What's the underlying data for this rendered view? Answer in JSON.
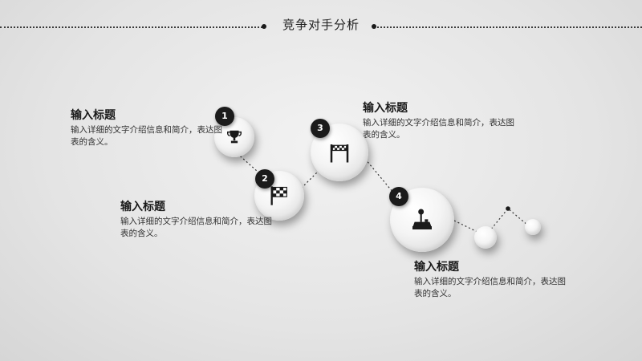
{
  "header": {
    "title": "竞争对手分析"
  },
  "steps": [
    {
      "number": "1",
      "title": "输入标题",
      "desc": "输入详细的文字介绍信息和简介，表达图表的含义。",
      "icon": "trophy-icon"
    },
    {
      "number": "2",
      "title": "输入标题",
      "desc": "输入详细的文字介绍信息和简介，表达图表的含义。",
      "icon": "checkered-flag-icon"
    },
    {
      "number": "3",
      "title": "输入标题",
      "desc": "输入详细的文字介绍信息和简介，表达图表的含义。",
      "icon": "finish-gate-icon"
    },
    {
      "number": "4",
      "title": "输入标题",
      "desc": "输入详细的文字介绍信息和简介，表达图表的含义。",
      "icon": "joystick-icon"
    }
  ]
}
